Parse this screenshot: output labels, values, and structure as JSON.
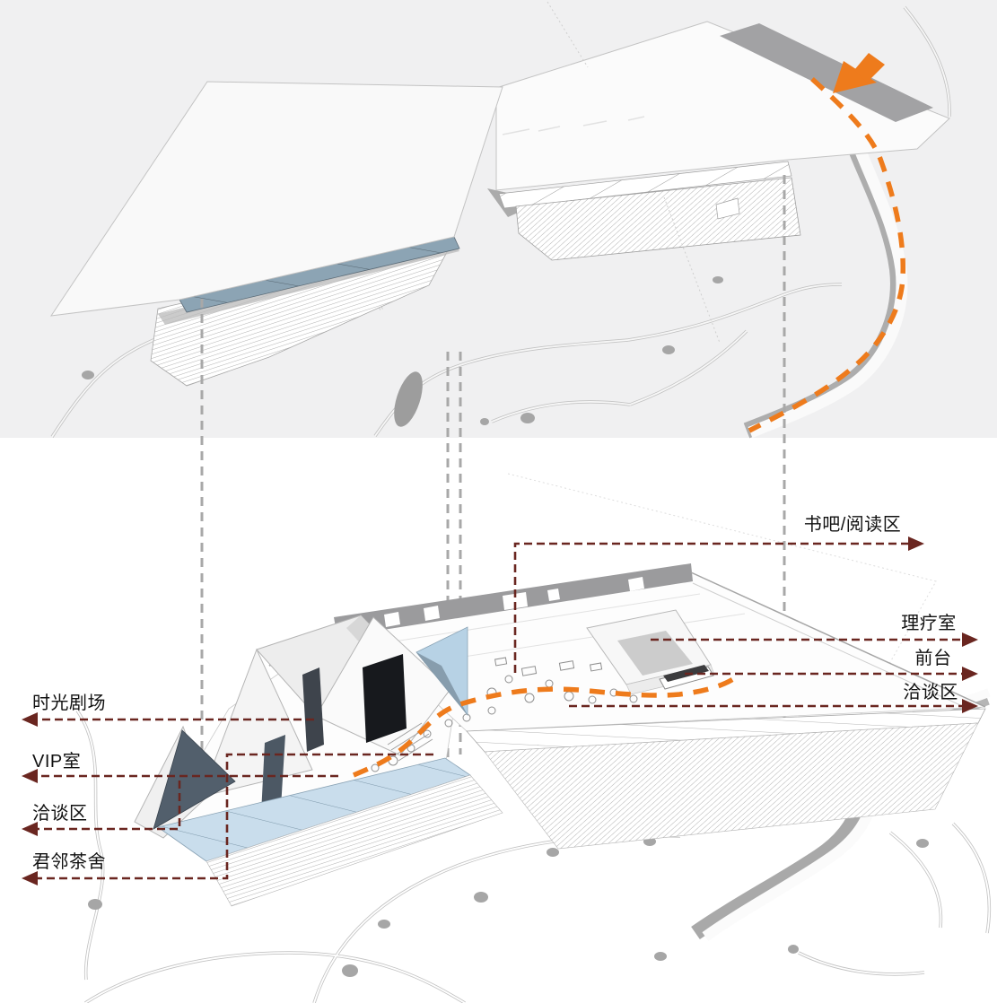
{
  "diagram": {
    "title": "building circulation axonometric diagram",
    "views": {
      "top": "roof-level site axonometric",
      "bottom": "interior axonometric with roof removed"
    }
  },
  "labels": {
    "right": [
      {
        "id": "book-bar",
        "text": "书吧/阅读区"
      },
      {
        "id": "therapy-room",
        "text": "理疗室"
      },
      {
        "id": "front-desk",
        "text": "前台"
      },
      {
        "id": "negotiation-right",
        "text": "洽谈区"
      }
    ],
    "left": [
      {
        "id": "time-theater",
        "text": "时光剧场"
      },
      {
        "id": "vip-room",
        "text": "VIP室"
      },
      {
        "id": "negotiation-left",
        "text": "洽谈区"
      },
      {
        "id": "junlin-teahouse",
        "text": "君邻茶舍"
      }
    ]
  },
  "route": {
    "style": "dashed",
    "color": "#ee7b1c",
    "entry": "orange arrow at top-right roof edge"
  },
  "colors": {
    "background_top": "#f0f0f1",
    "background_bottom": "#ffffff",
    "leader_maroon": "#6a2620",
    "connector_gray": "#a8a8a8",
    "route_orange": "#ee7b1c",
    "glass_blue_light": "#c9ddec",
    "clerestory_blue": "#8ca4b4",
    "dark_slate": "#4c5864",
    "roof_white": "#f9f9f9",
    "roof_band_gray": "#a2a2a4"
  }
}
